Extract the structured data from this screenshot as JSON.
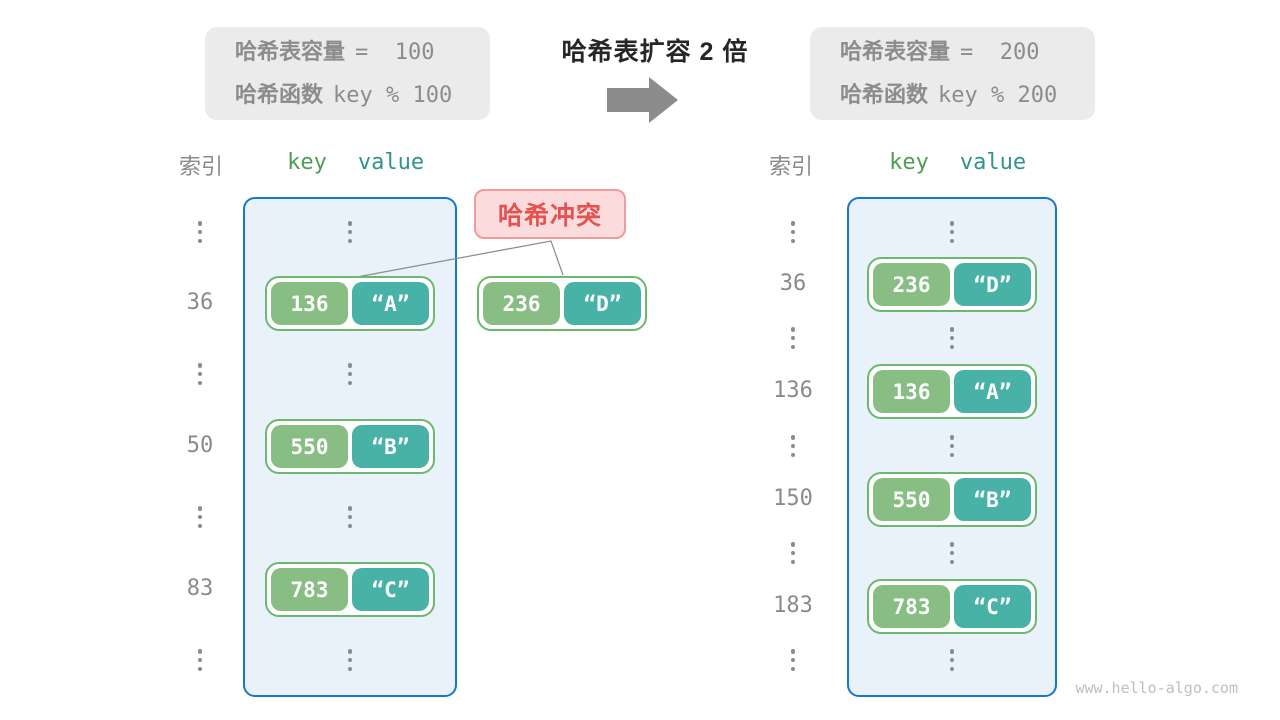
{
  "top": {
    "left_box": {
      "line1_label": "哈希表容量",
      "line1_code": "=  100",
      "line2_label": "哈希函数",
      "line2_code": "key % 100"
    },
    "title": "哈希表扩容 2 倍",
    "right_box": {
      "line1_label": "哈希表容量",
      "line1_code": "=  200",
      "line2_label": "哈希函数",
      "line2_code": "key % 200"
    }
  },
  "collision": {
    "badge_label": "哈希冲突",
    "pair": {
      "key": "236",
      "value": "“D”"
    }
  },
  "left_table": {
    "header": {
      "index": "索引",
      "key": "key",
      "value": "value"
    },
    "rows": [
      {
        "index": "36",
        "key": "136",
        "value": "“A”"
      },
      {
        "index": "50",
        "key": "550",
        "value": "“B”"
      },
      {
        "index": "83",
        "key": "783",
        "value": "“C”"
      }
    ]
  },
  "right_table": {
    "header": {
      "index": "索引",
      "key": "key",
      "value": "value"
    },
    "rows": [
      {
        "index": "36",
        "key": "236",
        "value": "“D”"
      },
      {
        "index": "136",
        "key": "136",
        "value": "“A”"
      },
      {
        "index": "150",
        "key": "550",
        "value": "“B”"
      },
      {
        "index": "183",
        "key": "783",
        "value": "“C”"
      }
    ]
  },
  "watermark": "www.hello-algo.com",
  "colors": {
    "container_border_blue": "#1878C8",
    "container_fill_blue": "#E9F2FB",
    "pair_key_green": "#88BE83",
    "pair_value_teal": "#49B2A6",
    "pair_border_green": "#6CB86C",
    "badge_text_red": "#E45352",
    "badge_fill_pink": "#FBDBDB",
    "badge_border_red": "#F09A9A",
    "header_key_green": "#4C9E52",
    "header_value_teal": "#2F9489",
    "muted_gray": "#8C8C8C",
    "arrow_gray": "#8C8C8C",
    "title_black": "#262626"
  }
}
